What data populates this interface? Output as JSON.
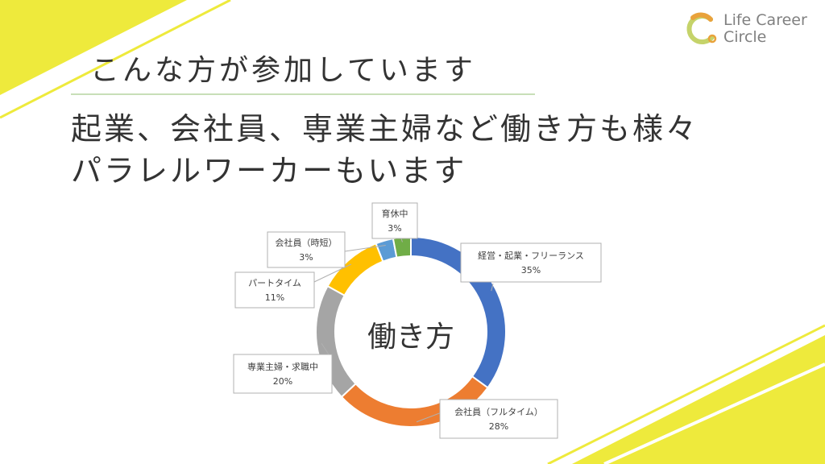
{
  "brand": {
    "line1": "Life Career",
    "line2": "Circle"
  },
  "heading": "こんな方が参加しています",
  "body": {
    "line1": "起業、会社員、専業主婦など働き方も様々",
    "line2": "パラレルワーカーもいます"
  },
  "colors": {
    "accent_yellow": "#eeea3c",
    "logo_green": "#c5d36a",
    "logo_orange": "#e9a23b"
  },
  "chart_data": {
    "type": "pie",
    "center_label": "働き方",
    "slices": [
      {
        "label": "経営・起業・フリーランス",
        "value": 35,
        "value_label": "35%",
        "color": "#4472c4"
      },
      {
        "label": "会社員（フルタイム）",
        "value": 28,
        "value_label": "28%",
        "color": "#ed7d31"
      },
      {
        "label": "専業主婦・求職中",
        "value": 20,
        "value_label": "20%",
        "color": "#a5a5a5"
      },
      {
        "label": "パートタイム",
        "value": 11,
        "value_label": "11%",
        "color": "#ffc000"
      },
      {
        "label": "会社員（時短）",
        "value": 3,
        "value_label": "3%",
        "color": "#5b9bd5"
      },
      {
        "label": "育休中",
        "value": 3,
        "value_label": "3%",
        "color": "#70ad47"
      }
    ]
  }
}
